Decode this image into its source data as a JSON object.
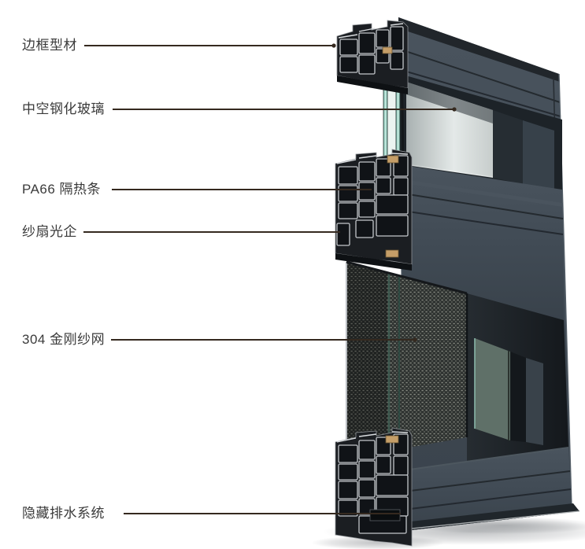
{
  "annotations": [
    {
      "id": "frame-profile",
      "label": "边框型材"
    },
    {
      "id": "insulated-glass",
      "label": "中空钢化玻璃"
    },
    {
      "id": "pa66-thermal-break",
      "label": "PA66 隔热条"
    },
    {
      "id": "screen-sash-stile",
      "label": "纱扇光企"
    },
    {
      "id": "stainless-steel-mesh",
      "label": "304 金刚纱网"
    },
    {
      "id": "hidden-drainage",
      "label": "隐藏排水系统"
    }
  ],
  "colors": {
    "background": "#ffffff",
    "label_text": "#3a3a3a",
    "leader_line": "#35291f",
    "frame": "#424c56",
    "frame_dark": "#21262b",
    "glass": "#dfe5e4",
    "glass_edge_teal": "#9fd8c9",
    "profile_silver": "#c2c6ca",
    "profile_dark": "#101317",
    "thermal_strip_tan": "#c59e68",
    "mesh": "#2f3331"
  }
}
